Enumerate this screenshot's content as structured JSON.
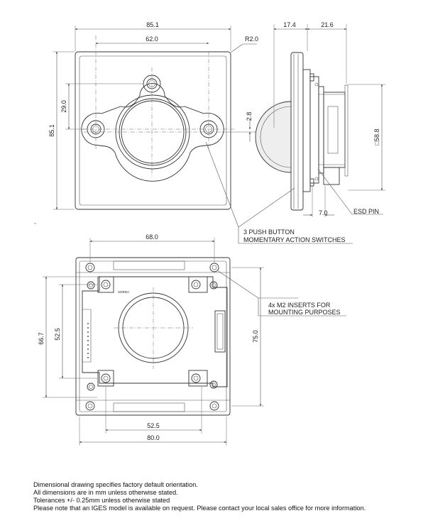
{
  "top_view": {
    "dim_width": "85.1",
    "dim_hole_span": "62.0",
    "dim_corner_radius": "R2.0",
    "dim_hole_height": "29.0",
    "dim_hole_offset": "2.8",
    "dim_height": "85.1"
  },
  "side_view": {
    "dim_depth_front": "17.4",
    "dim_depth_rear": "21.6",
    "dim_pcb": "□58.8",
    "dim_pin": "7.0",
    "callout_esd": "ESD PIN"
  },
  "callouts": {
    "switches_line1": "3 PUSH BUTTON",
    "switches_line2": "MOMENTARY ACTION SWITCHES",
    "inserts_line1": "4x M2 INSERTS FOR",
    "inserts_line2": "MOUNTING PURPOSES"
  },
  "bottom_view": {
    "dim_insert_span": "68.0",
    "dim_height_outer": "66.7",
    "dim_height_inner": "52.5",
    "dim_height_total": "75.0",
    "dim_width_inner": "52.5",
    "dim_width_outer": "80.0",
    "pcb_label": "SORDA"
  },
  "notes": [
    "Dimensional drawing specifies factory default orientation.",
    "All dimensions are in mm unless otherwise stated.",
    "Tolerances +/- 0.25mm unless otherwise stated",
    "Please note that an IGES model is available on request. Please contact your local sales office for more information."
  ]
}
